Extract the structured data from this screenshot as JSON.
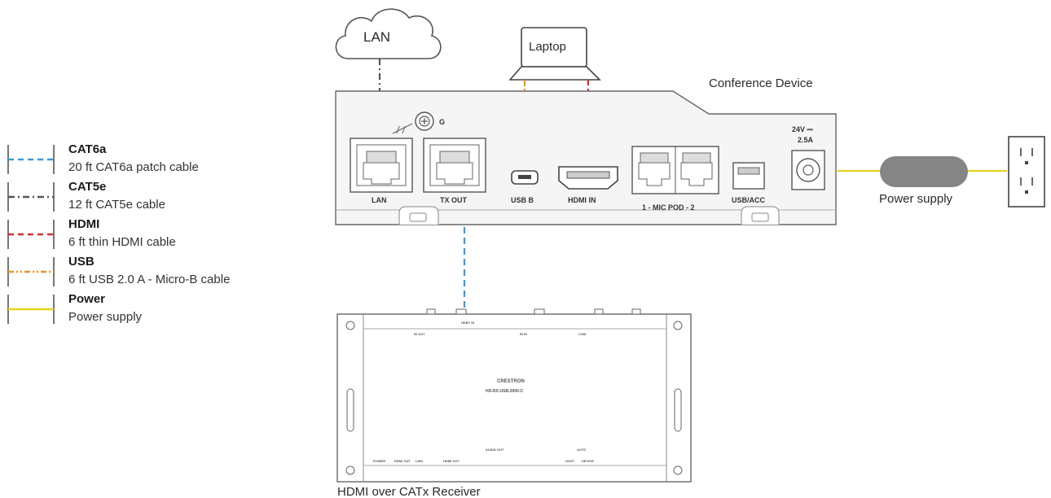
{
  "legend": [
    {
      "title": "CAT6a",
      "desc": "20 ft CAT6a patch cable",
      "color": "#3a9bd5",
      "style": "dash"
    },
    {
      "title": "CAT5e",
      "desc": "12 ft CAT5e cable",
      "color": "#555555",
      "style": "dashdot"
    },
    {
      "title": "HDMI",
      "desc": "6 ft thin HDMI cable",
      "color": "#d03030",
      "style": "dash"
    },
    {
      "title": "USB",
      "desc": "6 ft USB 2.0 A - Micro-B cable",
      "color": "#e8952a",
      "style": "dashdotdot"
    },
    {
      "title": "Power",
      "desc": "Power supply",
      "color": "#e6d41a",
      "style": "solid"
    }
  ],
  "labels": {
    "lan_cloud": "LAN",
    "laptop": "Laptop",
    "conference_device": "Conference Device",
    "power_supply": "Power supply",
    "receiver": "HDMI over CATx Receiver"
  },
  "ports": {
    "lan": "LAN",
    "tx_out": "TX OUT",
    "usb_b": "USB B",
    "hdmi_in": "HDMI IN",
    "mic_pod": "1 - MIC POD - 2",
    "usb_acc": "USB/ACC",
    "voltage": "24V ⎓",
    "amperage": "2.5A",
    "ground": "G"
  },
  "receiver_text": {
    "brand": "CRESTRON",
    "model": "HD-RX-USB-2000-C",
    "top_in_out": "IR OUT",
    "top_hdmi": "HDBT IN",
    "top_ir": "IR IN",
    "top_com": "COM",
    "power": "POWER",
    "hdmi_out": "HDMI OUT",
    "link": "LINK",
    "hdmi_out2": "HDMI OUT",
    "audio_out": "AUDIO OUT",
    "host": "HOST",
    "device": "DEVICE",
    "auto": "AUTO"
  },
  "colors": {
    "cat6a": "#3a9bd5",
    "cat5e": "#555555",
    "hdmi": "#d03030",
    "usb": "#e8952a",
    "power": "#e6d41a",
    "device_fill": "#f4f4f4",
    "outline": "#555555"
  }
}
